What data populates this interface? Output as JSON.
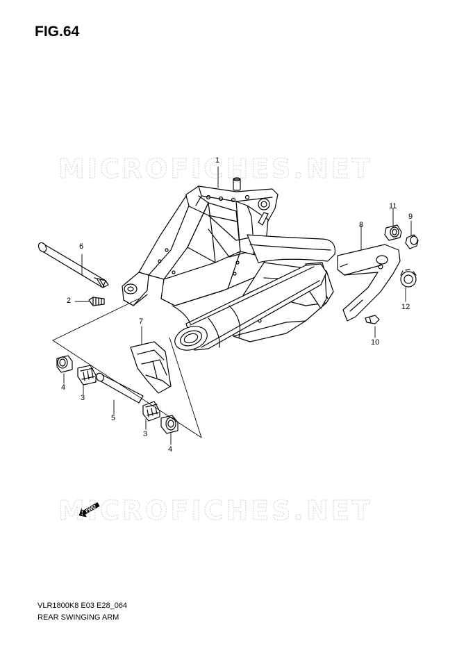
{
  "figure": {
    "title": "FIG.64"
  },
  "watermark": {
    "text": "MICROFICHES.NET"
  },
  "direction_marker": {
    "label": "FWD",
    "icon": "forward-arrow-icon"
  },
  "callouts": [
    "1",
    "2",
    "3",
    "3",
    "4",
    "4",
    "5",
    "6",
    "7",
    "8",
    "9",
    "10",
    "11",
    "12"
  ],
  "footer": {
    "model_code": "VLR1800K8 E03 E28_064",
    "title": "REAR SWINGING ARM"
  }
}
